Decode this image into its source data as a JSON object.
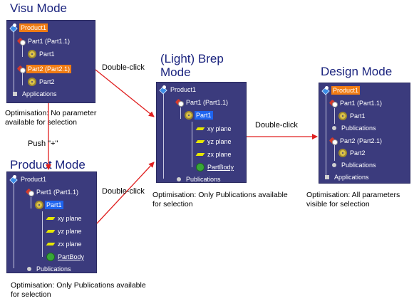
{
  "modes": {
    "visu": {
      "title": "Visu Mode",
      "caption": "Optimisation: No parameter available for selection",
      "tree": [
        "Product1",
        "Part1 (Part1.1)",
        "Part1",
        "Part2 (Part2.1)",
        "Part2",
        "Applications"
      ]
    },
    "product": {
      "title": "Product Mode",
      "caption": "Optimisation: Only Publications available for selection",
      "tree": [
        "Product1",
        "Part1 (Part1.1)",
        "Part1",
        "xy plane",
        "yz plane",
        "zx plane",
        "PartBody",
        "Publications"
      ]
    },
    "brep": {
      "title": "(Light) Brep Mode",
      "caption": "Optimisation: Only Publications available for selection",
      "tree": [
        "Product1",
        "Part1 (Part1.1)",
        "Part1",
        "xy plane",
        "yz plane",
        "zx plane",
        "PartBody",
        "Publications"
      ]
    },
    "design": {
      "title": "Design Mode",
      "caption": "Optimisation: All  parameters visible for selection",
      "tree": [
        "Product1",
        "Part1 (Part1.1)",
        "Part1",
        "Publications",
        "Part2 (Part2.1)",
        "Part2",
        "Publications",
        "Applications"
      ]
    }
  },
  "edges": {
    "visu_to_brep": "Double-click",
    "product_to_brep": "Double-click",
    "brep_to_design": "Double-click",
    "visu_to_product": "Push \"+\""
  },
  "colors": {
    "panel_bg": "#3b3b7d",
    "title": "#1a237e",
    "arrow": "#e02020",
    "highlight_orange": "#f07c14",
    "highlight_blue": "#1e64f0"
  }
}
